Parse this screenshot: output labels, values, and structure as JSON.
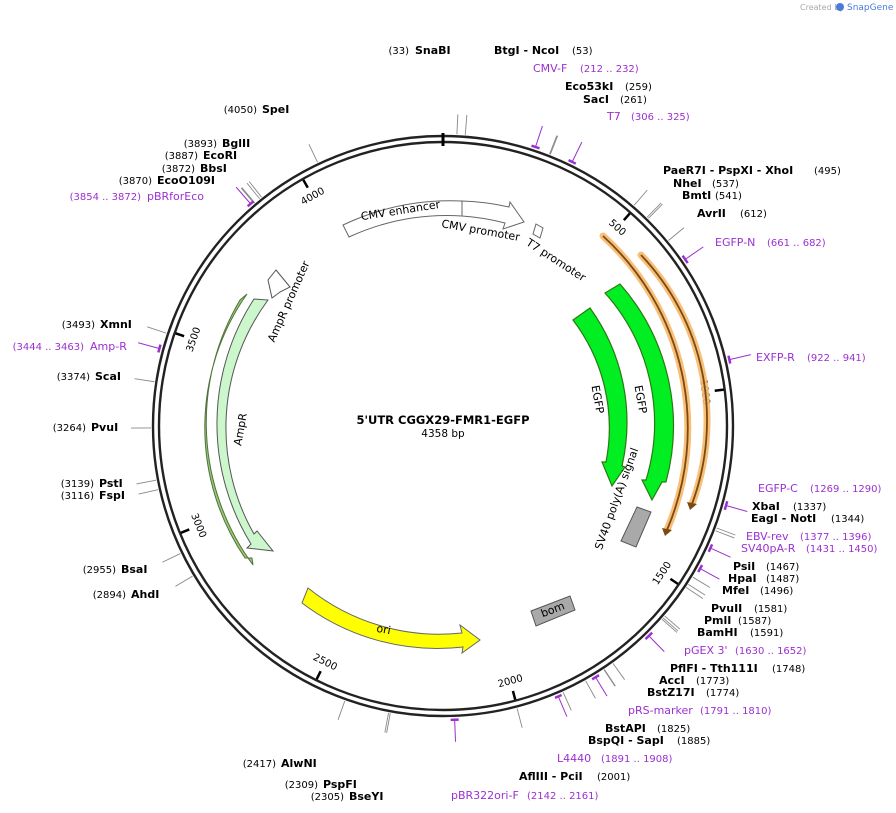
{
  "credit": {
    "prefix": "Created by",
    "brand": "SnapGene"
  },
  "plasmid": {
    "name": "5'UTR CGGX29-FMR1-EGFP",
    "length": "4358 bp",
    "bp": 4358
  },
  "ticks": [
    {
      "bp": 500,
      "label": "500"
    },
    {
      "bp": 1000,
      "label": "1000"
    },
    {
      "bp": 1500,
      "label": "1500"
    },
    {
      "bp": 2000,
      "label": "2000"
    },
    {
      "bp": 2500,
      "label": "2500"
    },
    {
      "bp": 3000,
      "label": "3000"
    },
    {
      "bp": 3500,
      "label": "3500"
    },
    {
      "bp": 4000,
      "label": "4000"
    }
  ],
  "sites": [
    {
      "id": "snabi",
      "bp": 33,
      "pos": "(33)",
      "name": "SnaBI"
    },
    {
      "id": "btgi",
      "bp": 53,
      "name": "BtgI",
      "name2": " - NcoI",
      "pos": "(53)"
    },
    {
      "id": "eco53ki",
      "bp": 259,
      "name": "Eco53kI",
      "pos": "(259)"
    },
    {
      "id": "saci",
      "bp": 261,
      "name": "SacI",
      "pos": "(261)"
    },
    {
      "id": "paer7i",
      "bp": 495,
      "name": "PaeR7I",
      "name2": " - PspXI",
      "name3": " - XhoI",
      "pos": "(495)"
    },
    {
      "id": "nhei",
      "bp": 537,
      "name": "NheI",
      "pos": "(537)"
    },
    {
      "id": "bmti",
      "bp": 541,
      "name": "BmtI",
      "pos": "(541)"
    },
    {
      "id": "avrii",
      "bp": 612,
      "name": "AvrII",
      "pos": "(612)"
    },
    {
      "id": "xbai",
      "bp": 1337,
      "name": "XbaI",
      "pos": "(1337)"
    },
    {
      "id": "eagi",
      "bp": 1344,
      "name": "EagI",
      "name2": " - NotI",
      "pos": "(1344)"
    },
    {
      "id": "psii",
      "bp": 1467,
      "name": "PsiI",
      "pos": "(1467)"
    },
    {
      "id": "hpai",
      "bp": 1487,
      "name": "HpaI",
      "pos": "(1487)"
    },
    {
      "id": "mfei",
      "bp": 1496,
      "name": "MfeI",
      "pos": "(1496)"
    },
    {
      "id": "pvuii",
      "bp": 1581,
      "name": "PvuII",
      "pos": "(1581)"
    },
    {
      "id": "pmli",
      "bp": 1587,
      "name": "PmlI",
      "pos": "(1587)"
    },
    {
      "id": "bamhi",
      "bp": 1591,
      "name": "BamHI",
      "pos": "(1591)"
    },
    {
      "id": "pflfi",
      "bp": 1748,
      "name": "PflFI",
      "name2": " - Tth111I",
      "pos": "(1748)"
    },
    {
      "id": "acci",
      "bp": 1773,
      "name": "AccI",
      "pos": "(1773)"
    },
    {
      "id": "bstz17i",
      "bp": 1774,
      "name": "BstZ17I",
      "pos": "(1774)"
    },
    {
      "id": "bstapi",
      "bp": 1825,
      "name": "BstAPI",
      "pos": "(1825)"
    },
    {
      "id": "bspqi",
      "bp": 1885,
      "name": "BspQI",
      "name2": " - SapI",
      "pos": "(1885)"
    },
    {
      "id": "afliii",
      "bp": 2001,
      "name": "AflIII",
      "name2": " - PciI",
      "pos": "(2001)"
    },
    {
      "id": "bseyi",
      "bp": 2305,
      "pos": "(2305)",
      "name": "BseYI"
    },
    {
      "id": "pspfi",
      "bp": 2309,
      "pos": "(2309)",
      "name": "PspFI"
    },
    {
      "id": "alwni",
      "bp": 2417,
      "pos": "(2417)",
      "name": "AlwNI"
    },
    {
      "id": "ahdi",
      "bp": 2894,
      "pos": "(2894)",
      "name": "AhdI"
    },
    {
      "id": "bsai",
      "bp": 2955,
      "pos": "(2955)",
      "name": "BsaI"
    },
    {
      "id": "fspi",
      "bp": 3116,
      "pos": "(3116)",
      "name": "FspI"
    },
    {
      "id": "psti",
      "bp": 3139,
      "pos": "(3139)",
      "name": "PstI"
    },
    {
      "id": "pvui",
      "bp": 3264,
      "pos": "(3264)",
      "name": "PvuI"
    },
    {
      "id": "scai",
      "bp": 3374,
      "pos": "(3374)",
      "name": "ScaI"
    },
    {
      "id": "xmni",
      "bp": 3493,
      "pos": "(3493)",
      "name": "XmnI"
    },
    {
      "id": "ecoo109i",
      "bp": 3870,
      "pos": "(3870)",
      "name": "EcoO109I"
    },
    {
      "id": "bbsi",
      "bp": 3872,
      "pos": "(3872)",
      "name": "BbsI"
    },
    {
      "id": "ecori",
      "bp": 3887,
      "pos": "(3887)",
      "name": "EcoRI"
    },
    {
      "id": "bglii",
      "bp": 3893,
      "pos": "(3893)",
      "name": "BglII"
    },
    {
      "id": "spei",
      "bp": 4050,
      "pos": "(4050)",
      "name": "SpeI"
    }
  ],
  "primers": [
    {
      "id": "cmvf",
      "start": 212,
      "end": 232,
      "name": "CMV-F",
      "range": "(212 .. 232)"
    },
    {
      "id": "t7",
      "start": 306,
      "end": 325,
      "name": "T7",
      "range": "(306 .. 325)"
    },
    {
      "id": "egfpn",
      "start": 661,
      "end": 682,
      "name": "EGFP-N",
      "range": "(661 .. 682)"
    },
    {
      "id": "exfpr",
      "start": 922,
      "end": 941,
      "name": "EXFP-R",
      "range": "(922 .. 941)"
    },
    {
      "id": "egfpc",
      "start": 1269,
      "end": 1290,
      "name": "EGFP-C",
      "range": "(1269 .. 1290)"
    },
    {
      "id": "ebvrev",
      "start": 1377,
      "end": 1396,
      "name": "EBV-rev",
      "range": "(1377 .. 1396)"
    },
    {
      "id": "sv40par",
      "start": 1431,
      "end": 1450,
      "name": "SV40pA-R",
      "range": "(1431 .. 1450)"
    },
    {
      "id": "pgex3",
      "start": 1630,
      "end": 1652,
      "name": "pGEX 3'",
      "range": "(1630 .. 1652)"
    },
    {
      "id": "prsmarker",
      "start": 1791,
      "end": 1810,
      "name": "pRS-marker",
      "range": "(1791 .. 1810)"
    },
    {
      "id": "l4440",
      "start": 1891,
      "end": 1908,
      "name": "L4440",
      "range": "(1891 .. 1908)"
    },
    {
      "id": "pbr322orif",
      "start": 2142,
      "end": 2161,
      "name": "pBR322ori-F",
      "range": "(2142 .. 2161)"
    },
    {
      "id": "amprp",
      "start": 3444,
      "end": 3463,
      "name": "Amp-R",
      "range": "(3444 .. 3463)"
    },
    {
      "id": "pbrforeco",
      "start": 3854,
      "end": 3872,
      "name": "pBRforEco",
      "range": "(3854 .. 3872)"
    }
  ],
  "features": [
    {
      "id": "cmv-enhancer",
      "name": "CMV enhancer"
    },
    {
      "id": "cmv-promoter",
      "name": "CMV promoter"
    },
    {
      "id": "t7-promoter",
      "name": "T7 promoter"
    },
    {
      "id": "egfp-inner",
      "name": "EGFP"
    },
    {
      "id": "egfp-outer",
      "name": "EGFP"
    },
    {
      "id": "sv40",
      "name": "SV40 poly(A) signal"
    },
    {
      "id": "bom",
      "name": "bom"
    },
    {
      "id": "ori",
      "name": "ori"
    },
    {
      "id": "ampr",
      "name": "AmpR"
    },
    {
      "id": "ampr-promoter",
      "name": "AmpR promoter"
    }
  ],
  "colors": {
    "backbone": "#222222",
    "primer": "#9b30d0",
    "egfp": "#00ee22",
    "egfp_edge": "#2a7a10",
    "ori": "#ffff00",
    "ampr": "#ccf7cc",
    "orange_glow": "#f7b86a",
    "sv40": "#a9a9a9",
    "leader": "#888888",
    "brand": "#4a7bd9"
  }
}
